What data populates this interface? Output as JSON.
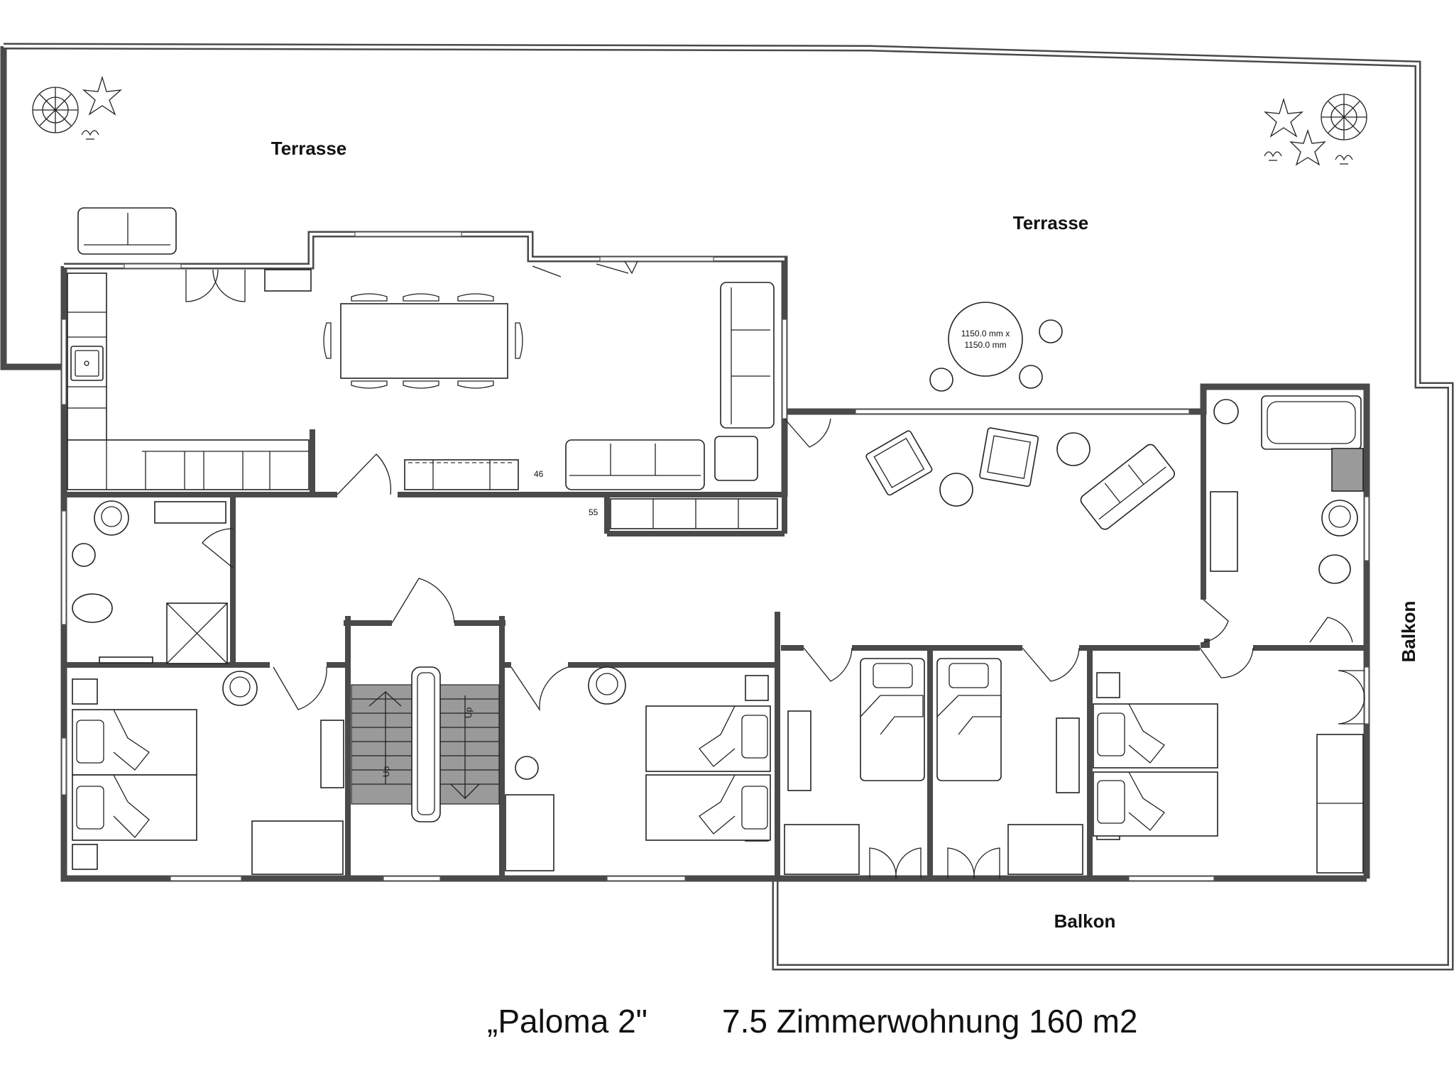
{
  "title": {
    "name": "„Paloma 2\"",
    "subtitle": "7.5 Zimmerwohnung 160 m2"
  },
  "labels": {
    "terrace_left": "Terrasse",
    "terrace_right": "Terrasse",
    "balcony_bottom": "Balkon",
    "balcony_side": "Balkon"
  },
  "annotations": {
    "table_size_line1": "1150.0 mm x",
    "table_size_line2": "1150.0 mm",
    "dim_46": "46",
    "dim_55": "55",
    "stair_up_1": "Up",
    "stair_up_2": "Up"
  }
}
